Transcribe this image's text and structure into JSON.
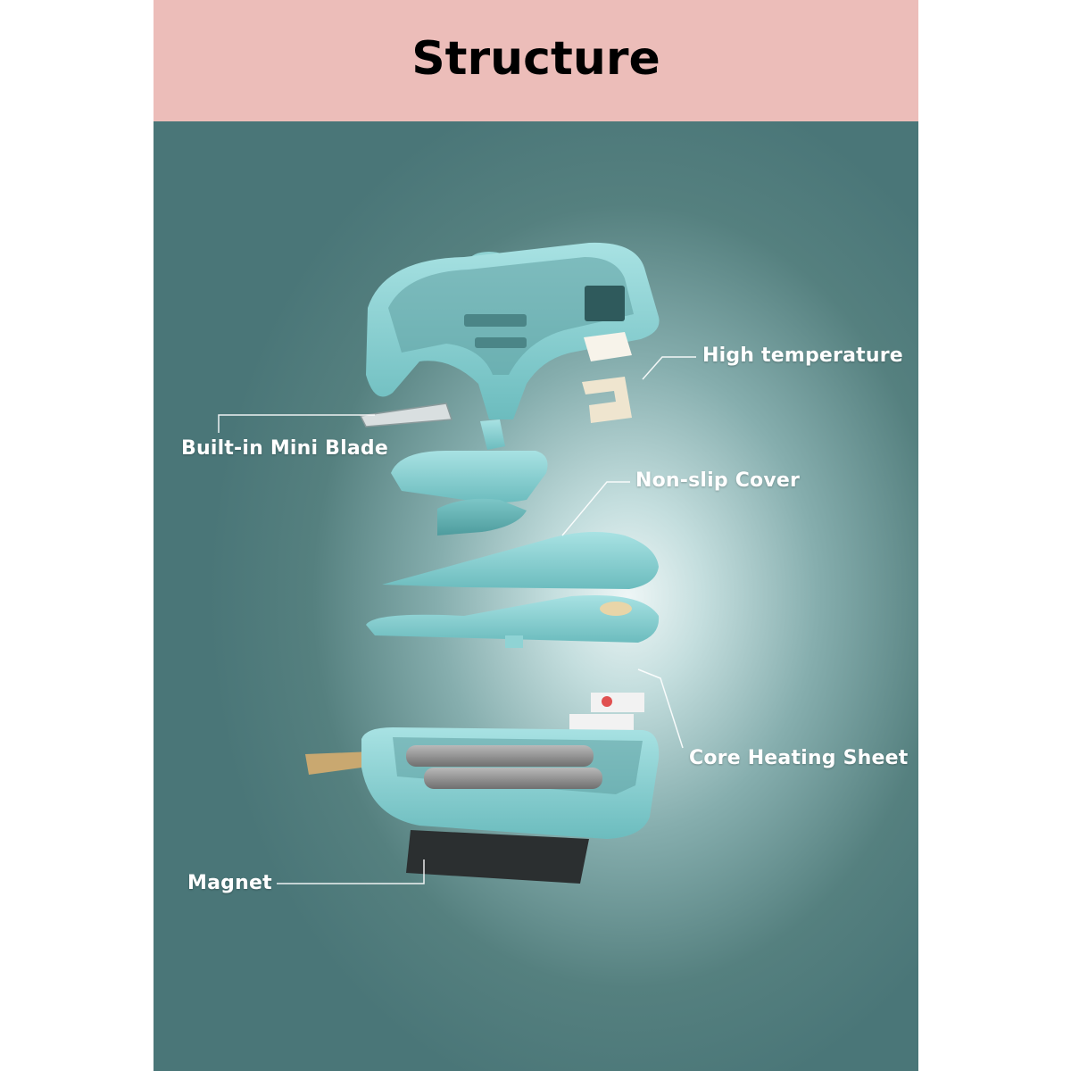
{
  "title": "Structure",
  "labels": {
    "high_temperature": "High temperature",
    "built_in_mini_blade": "Built-in Mini Blade",
    "non_slip_cover": "Non-slip Cover",
    "core_heating_sheet": "Core Heating Sheet",
    "magnet": "Magnet"
  },
  "colors": {
    "header_bg": "#ecbdb9",
    "panel_bg": "#4a7678",
    "device_teal": "#8fd3d4",
    "label_text": "#ffffff"
  }
}
